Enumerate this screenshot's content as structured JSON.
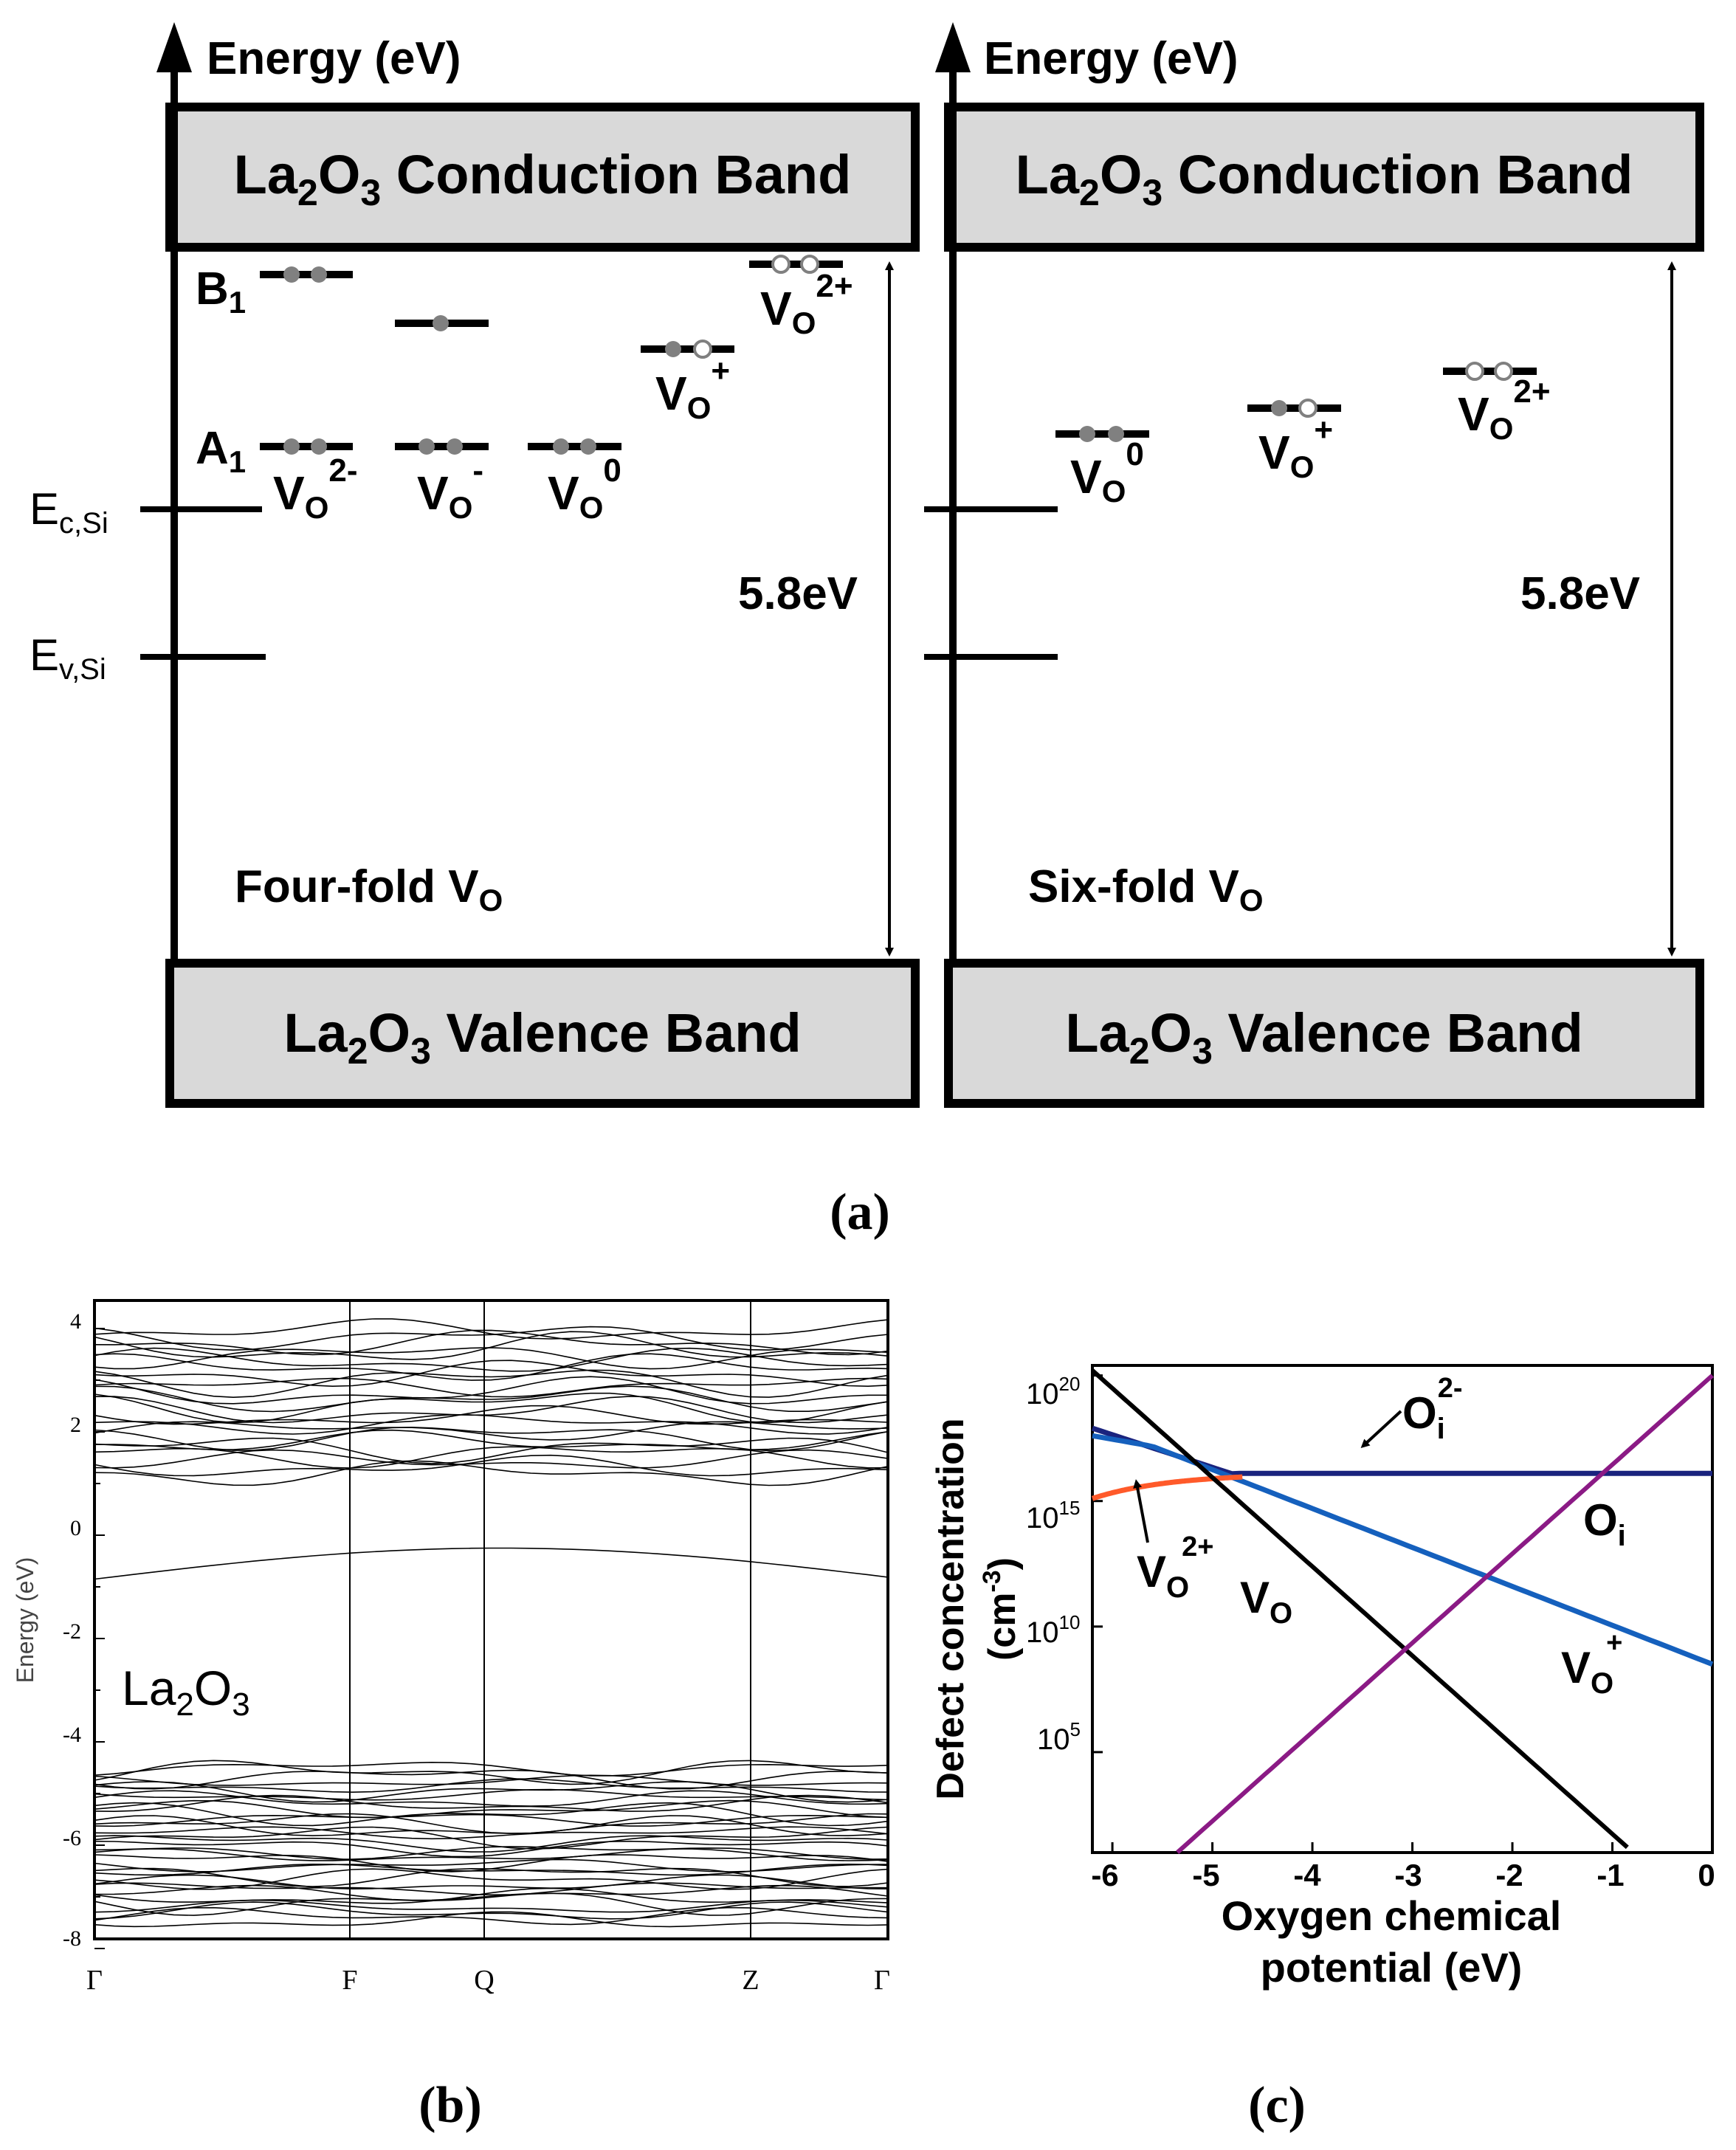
{
  "panel_a": {
    "caption": "(a)",
    "energy_axis": "Energy (eV)",
    "cb_label": {
      "a": "La",
      "s1": "2",
      "b": "O",
      "s2": "3",
      "c": " Conduction Band"
    },
    "vb_label": {
      "a": "La",
      "s1": "2",
      "b": "O",
      "s2": "3",
      "c": " Valence Band"
    },
    "gap": "5.8eV",
    "ec_si": {
      "main": "E",
      "sub": "c,Si"
    },
    "ev_si": {
      "main": "E",
      "sub": "v,Si"
    },
    "b1": {
      "main": "B",
      "sub": "1"
    },
    "a1": {
      "main": "A",
      "sub": "1"
    },
    "left_title": {
      "main": "Four-fold V",
      "sub": "O"
    },
    "right_title": {
      "main": "Six-fold V",
      "sub": "O"
    },
    "vo_main": "V",
    "vo_sub": "O",
    "left_states": [
      "2-",
      "-",
      "0",
      "+",
      "2+"
    ],
    "right_states": [
      "0",
      "+",
      "2+"
    ]
  },
  "panel_b": {
    "caption": "(b)",
    "ylabel": "Energy (eV)",
    "material": {
      "a": "La",
      "s1": "2",
      "b": "O",
      "s2": "3"
    },
    "yticks": [
      "4",
      "2",
      "0",
      "-2",
      "-4",
      "-6",
      "-8"
    ],
    "kpoints": [
      "Γ",
      "F",
      "Q",
      "Z",
      "Γ"
    ]
  },
  "panel_c": {
    "caption": "(c)",
    "ylabel_1": "Defect concentration",
    "ylabel_2": "(cm",
    "ylabel_2_exp": "-3",
    "ylabel_2_end": ")",
    "xlabel_1": "Oxygen chemical",
    "xlabel_2": "potential (eV)",
    "ytick_base": "10",
    "ytick_exps": [
      "20",
      "15",
      "10",
      "5"
    ],
    "xticks": [
      "-6",
      "-5",
      "-4",
      "-3",
      "-2",
      "-1",
      "0"
    ],
    "lbl_oi2": {
      "main": "O",
      "sub": "i",
      "sup": "2-"
    },
    "lbl_oi": {
      "main": "O",
      "sub": "i"
    },
    "lbl_vo2": {
      "main": "V",
      "sub": "O",
      "sup": "2+"
    },
    "lbl_vo": {
      "main": "V",
      "sub": "O"
    },
    "lbl_vop": {
      "main": "V",
      "sub": "O",
      "sup": "+"
    },
    "colors": {
      "V_O": "#000000",
      "V_O+": "#1560bd",
      "V_O2+": "#ff5a2a",
      "O_i": "#8b1a85",
      "O_i2-": "#1a237e"
    }
  }
}
